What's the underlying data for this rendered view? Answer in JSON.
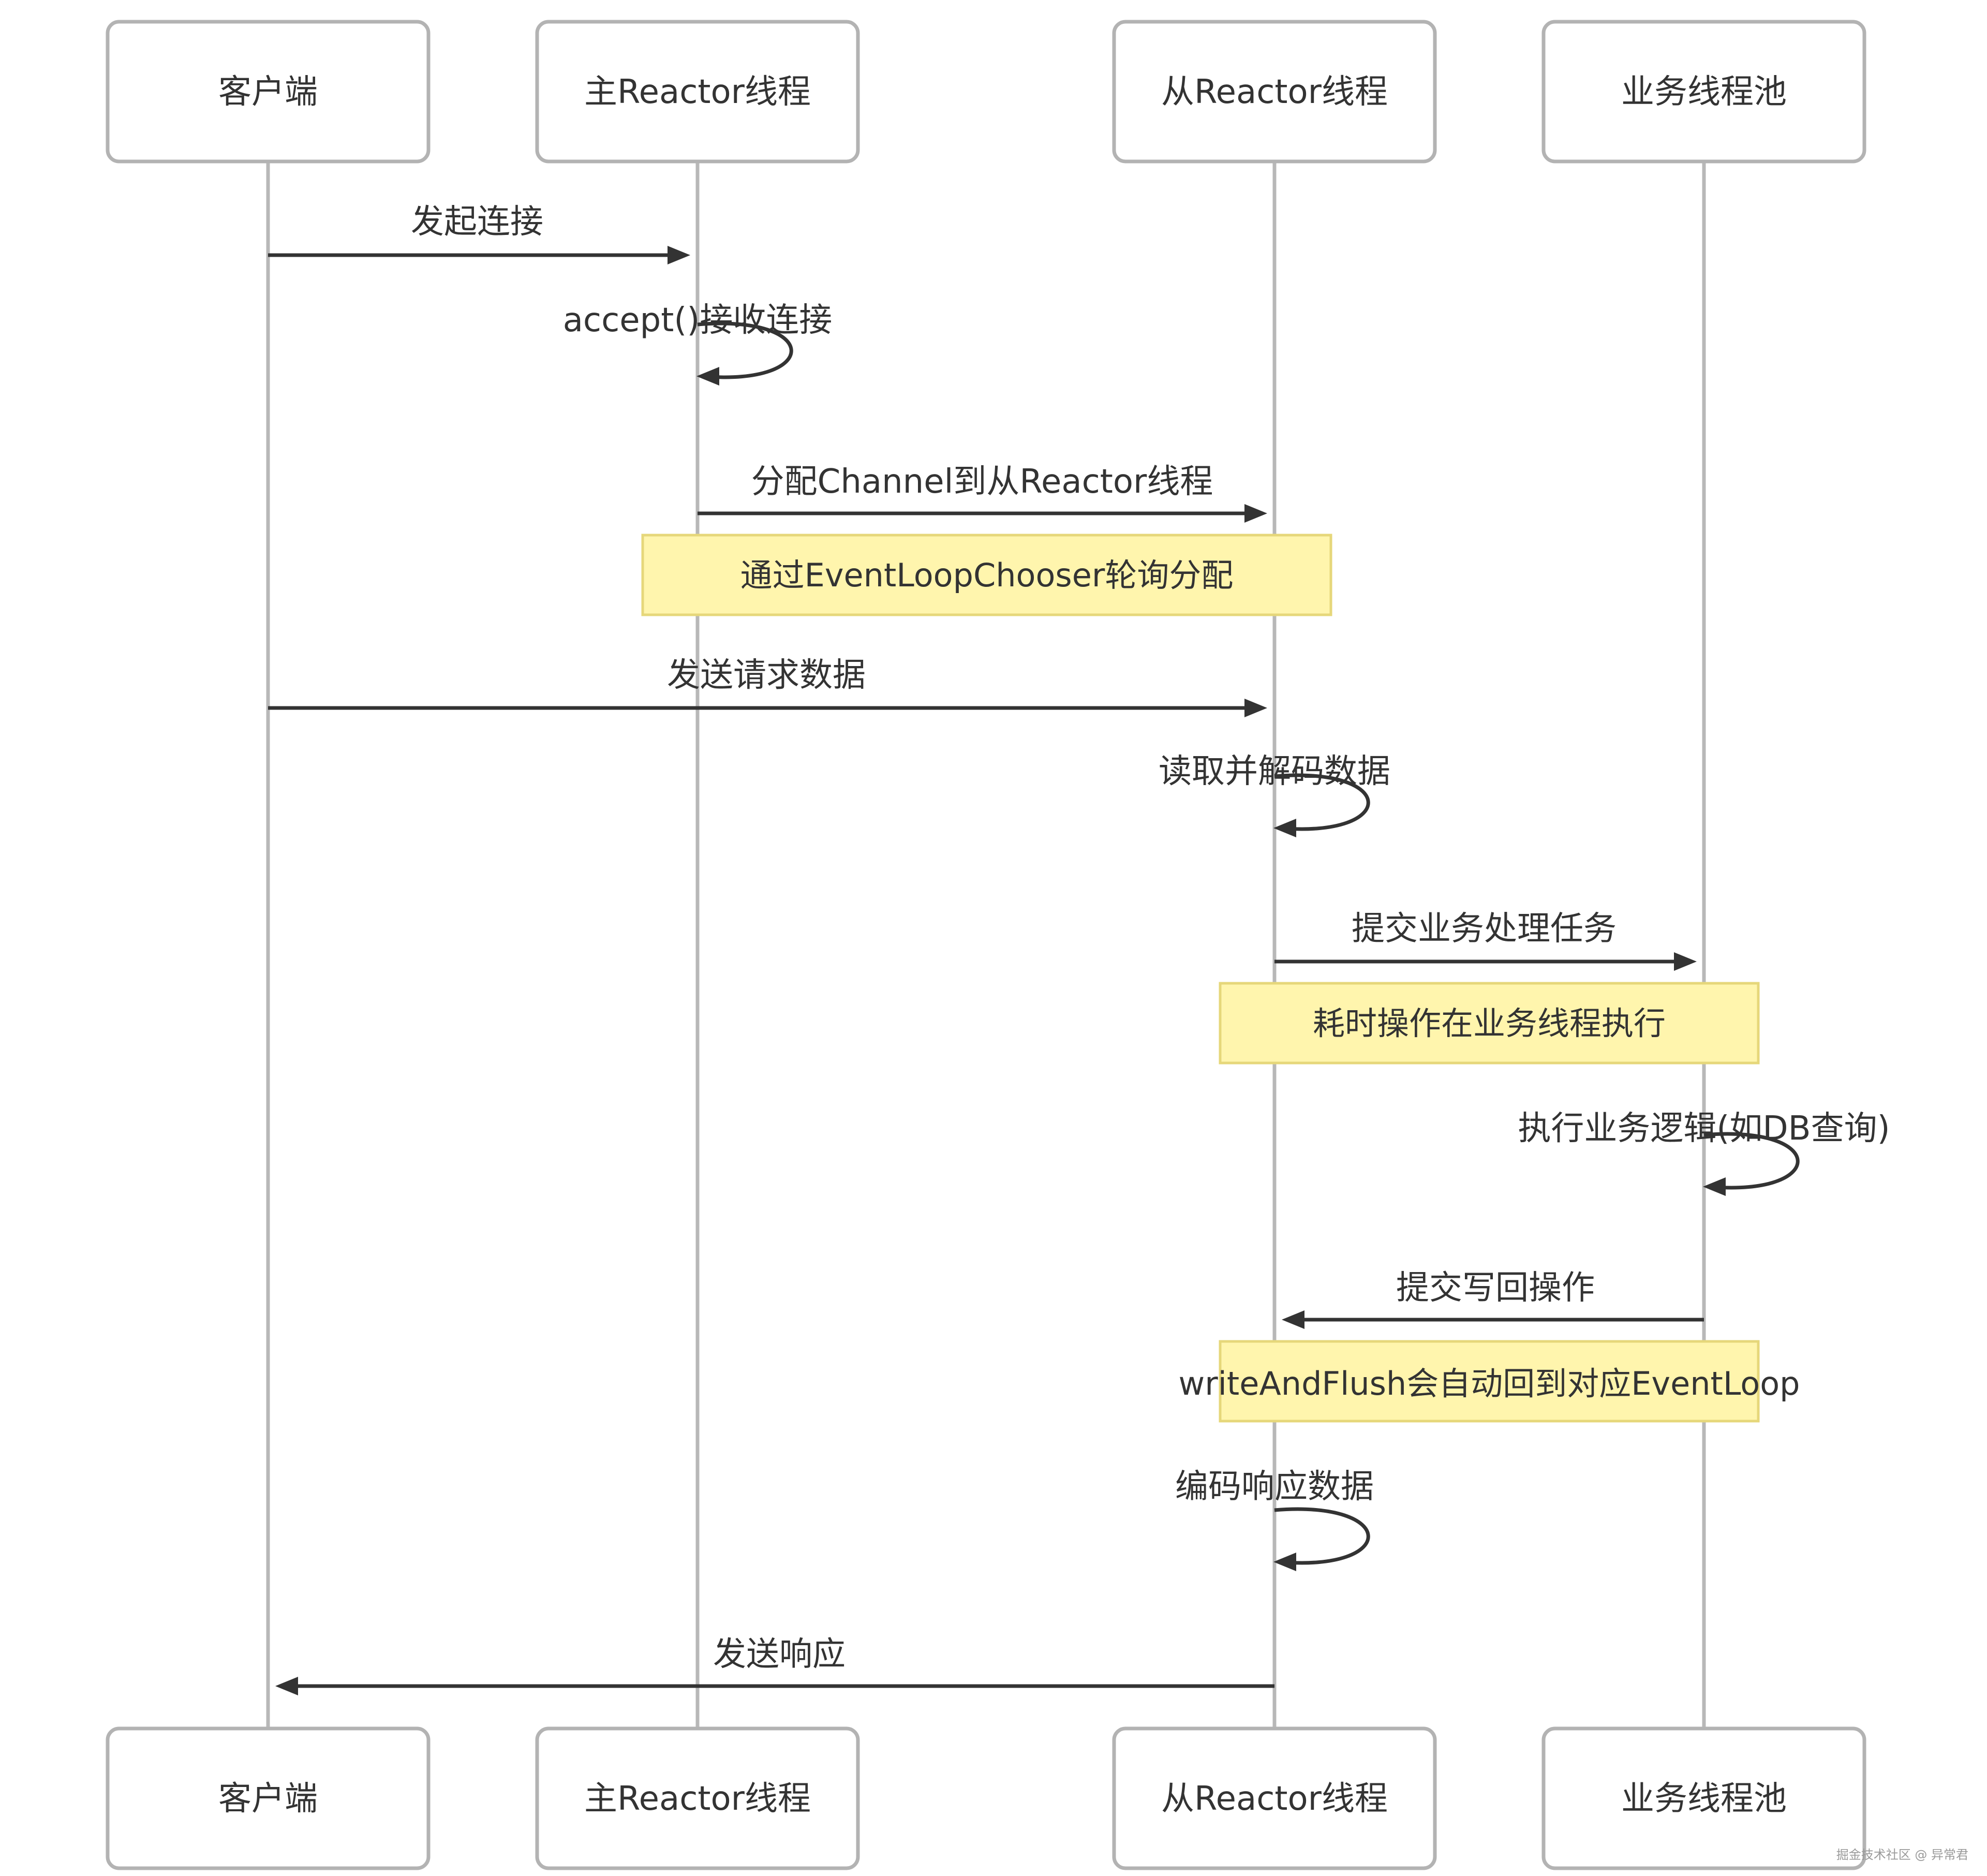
{
  "participants": [
    {
      "id": "client",
      "label": "客户端"
    },
    {
      "id": "main_reactor",
      "label": "主Reactor线程"
    },
    {
      "id": "sub_reactor",
      "label": "从Reactor线程"
    },
    {
      "id": "biz_pool",
      "label": "业务线程池"
    }
  ],
  "messages": [
    {
      "from": "client",
      "to": "main_reactor",
      "label": "发起连接"
    },
    {
      "self": "main_reactor",
      "label": "accept()接收连接"
    },
    {
      "from": "main_reactor",
      "to": "sub_reactor",
      "label": "分配Channel到从Reactor线程"
    },
    {
      "from": "client",
      "to": "sub_reactor",
      "label": "发送请求数据"
    },
    {
      "self": "sub_reactor",
      "label": "读取并解码数据"
    },
    {
      "from": "sub_reactor",
      "to": "biz_pool",
      "label": "提交业务处理任务"
    },
    {
      "self": "biz_pool",
      "label": "执行业务逻辑(如DB查询)"
    },
    {
      "from": "biz_pool",
      "to": "sub_reactor",
      "label": "提交写回操作"
    },
    {
      "self": "sub_reactor",
      "label": "编码响应数据"
    },
    {
      "from": "sub_reactor",
      "to": "client",
      "label": "发送响应"
    }
  ],
  "notes": [
    {
      "over": [
        "main_reactor",
        "sub_reactor"
      ],
      "label": "通过EventLoopChooser轮询分配"
    },
    {
      "over": [
        "sub_reactor",
        "biz_pool"
      ],
      "label": "耗时操作在业务线程执行"
    },
    {
      "over": [
        "sub_reactor",
        "biz_pool"
      ],
      "label": "writeAndFlush会自动回到对应EventLoop"
    }
  ],
  "watermark": "掘金技术社区 @ 异常君",
  "colors": {
    "note_fill": "#fff5ad",
    "note_border": "#e6d77a",
    "line": "#333333",
    "lifeline": "#b8b8b8",
    "box_border": "#b3b3b3"
  }
}
